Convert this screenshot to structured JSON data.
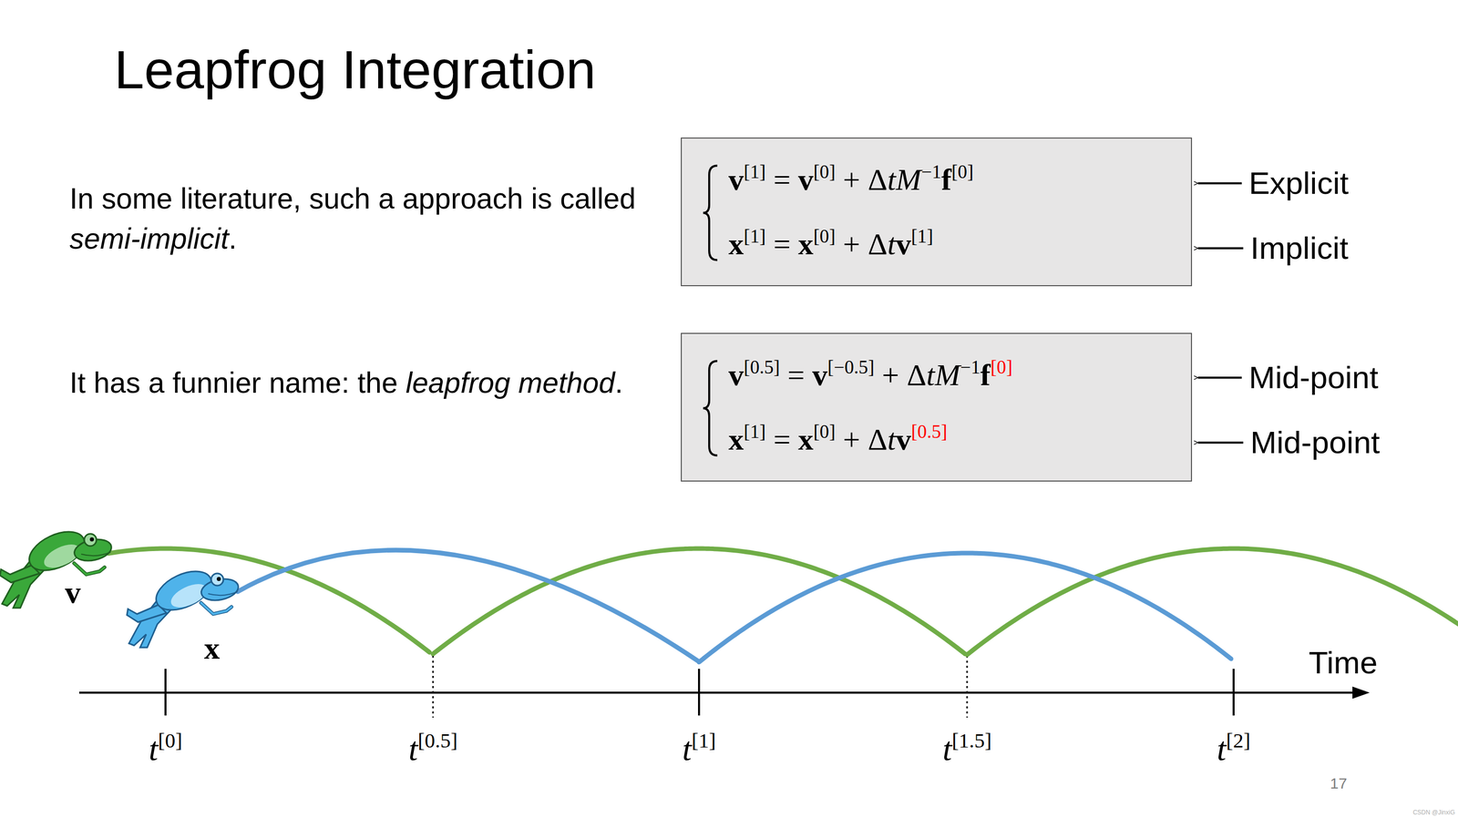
{
  "diagram": {
    "title": "Leapfrog Integration",
    "nodes": [
      {
        "text": [
          "v[1] = v[0] + ΔtM−1f[0]",
          "x[1] = x[0] + Δtv[1]"
        ]
      },
      {
        "text": [
          "v[0.5] = v[−0.5] + ΔtM−1f[0]",
          "x[1] = x[0] + Δtv[0.5]"
        ]
      }
    ],
    "labels": [
      "In some literature, such a approach is called semi-implicit.",
      "It has a funnier name: the leapfrog method.",
      "Explicit",
      "Implicit",
      "Mid-point",
      "Mid-point",
      "v",
      "x",
      "t[0]",
      "t[0.5]",
      "t[1]",
      "t[1.5]",
      "t[2]",
      "Time",
      "17",
      "CSDN @JinxiG"
    ]
  }
}
